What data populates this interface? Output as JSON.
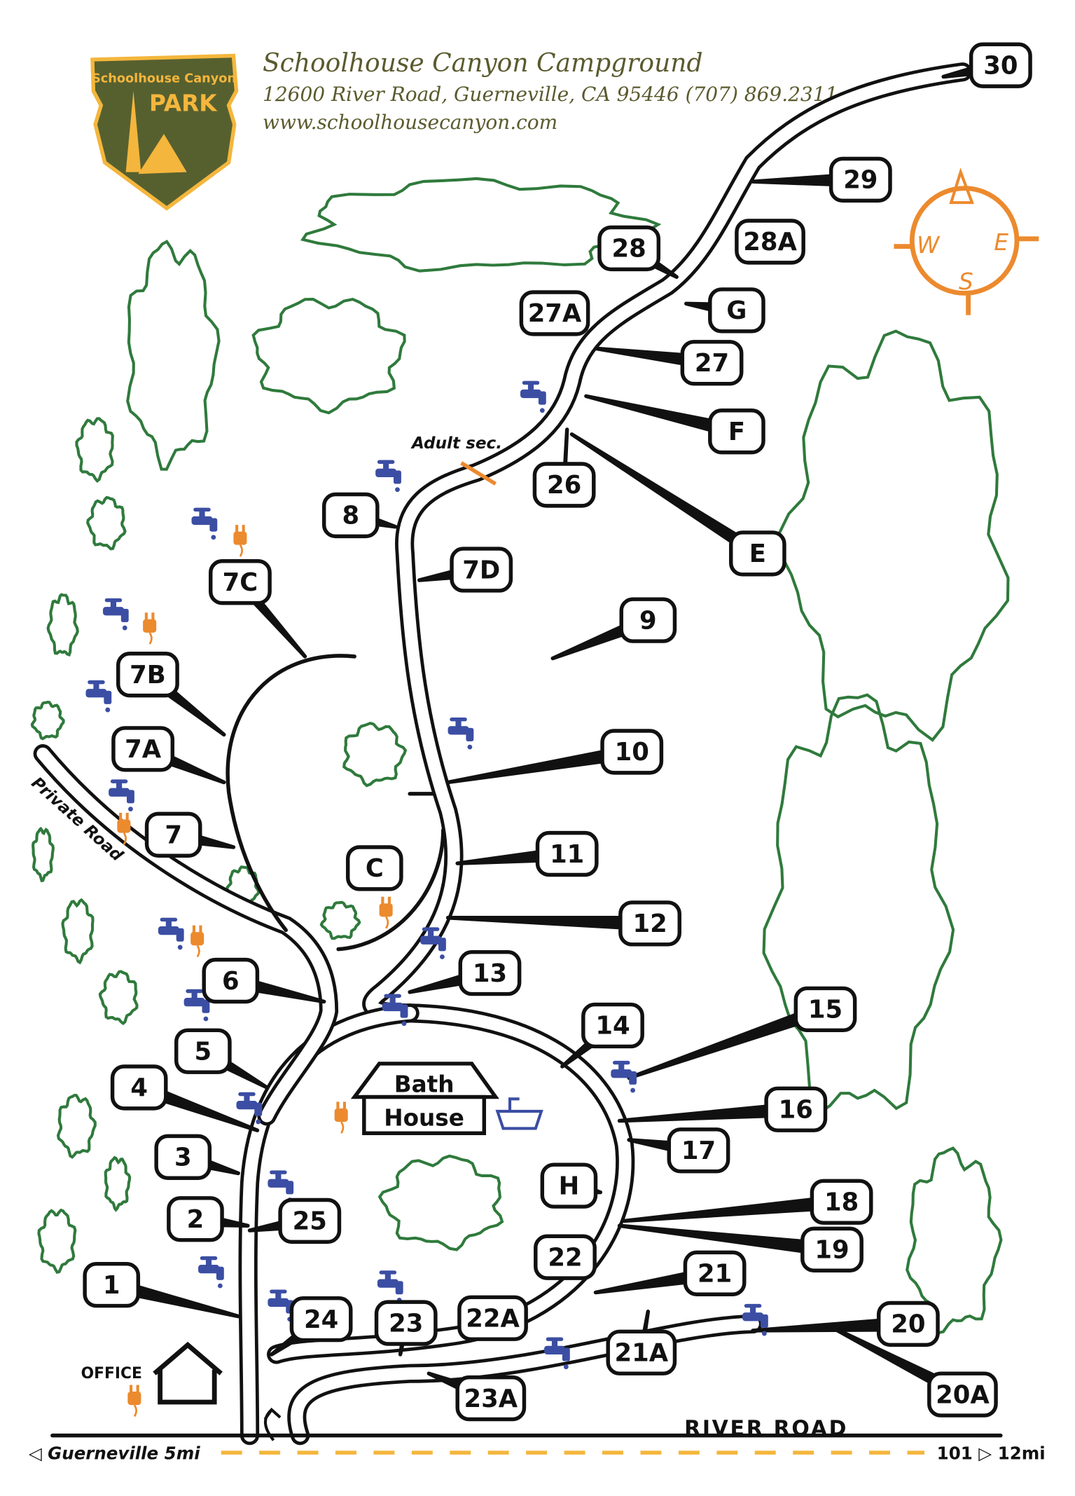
{
  "header": {
    "title": "Schoolhouse Canyon Campground",
    "address": "12600 River Road, Guerneville, CA 95446 (707) 869.2311",
    "website": "www.schoolhousecanyon.com"
  },
  "logo": {
    "line1": "Schoolhouse Canyon",
    "line2": "PARK"
  },
  "compass": {
    "n": "",
    "w": "W",
    "e": "E",
    "s": "S"
  },
  "labels": {
    "adult_section": "Adult sec.",
    "private_road": "Private Road",
    "bath_house_1": "Bath",
    "bath_house_2": "House",
    "office": "OFFICE",
    "river_road": "RIVER ROAD",
    "guerneville": "◁ Guerneville 5mi",
    "highway": "101 ▷ 12mi"
  },
  "sites": [
    "30",
    "29",
    "28A",
    "28",
    "G",
    "27A",
    "27",
    "F",
    "26",
    "E",
    "8",
    "7D",
    "7C",
    "9",
    "7B",
    "10",
    "7A",
    "7",
    "C",
    "11",
    "12",
    "13",
    "6",
    "5",
    "14",
    "15",
    "4",
    "16",
    "17",
    "3",
    "H",
    "18",
    "2",
    "25",
    "22",
    "19",
    "21",
    "1",
    "24",
    "23",
    "22A",
    "20",
    "21A",
    "23A",
    "20A"
  ],
  "colors": {
    "vegetation": "#2f7a3c",
    "water": "#3b4ea3",
    "power": "#ec8a2e",
    "logo_bg": "#56602f",
    "logo_gold": "#f4b63c",
    "compass": "#ec8a2e"
  }
}
